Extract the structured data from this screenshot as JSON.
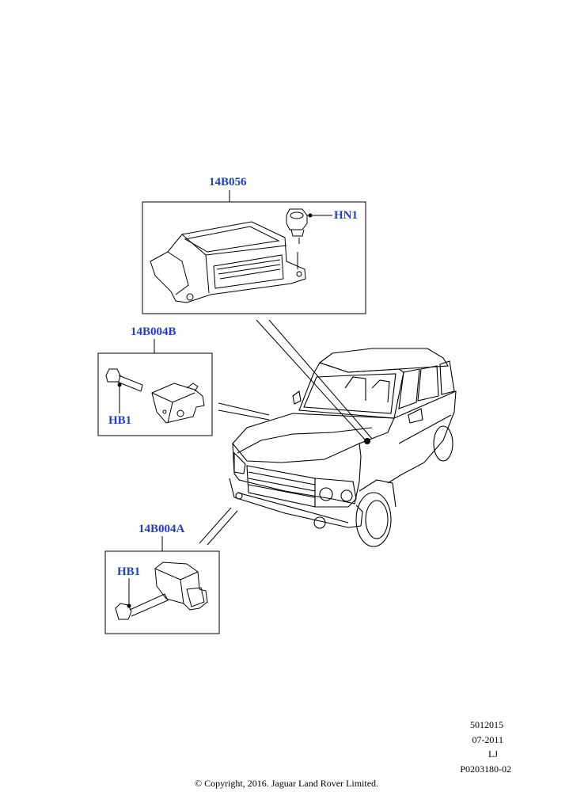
{
  "callouts": {
    "part_module": "14B056",
    "part_nut": "HN1",
    "part_sensor_b": "14B004B",
    "part_bolt_b": "HB1",
    "part_sensor_a": "14B004A",
    "part_bolt_a": "HB1"
  },
  "meta": {
    "code": "5012015",
    "date": "07-2011",
    "initials": "LJ",
    "ref": "P0203180-02"
  },
  "copyright": "© Copyright, 2016. Jaguar Land Rover Limited.",
  "colors": {
    "callout": "#1f3fc4",
    "line": "#000000"
  }
}
